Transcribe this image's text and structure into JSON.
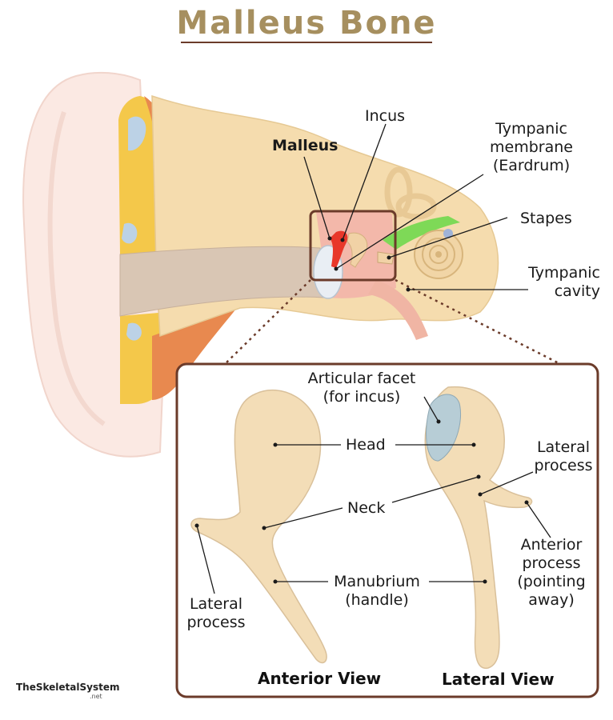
{
  "title": "Malleus Bone",
  "ear_labels": {
    "incus": "Incus",
    "malleus": "Malleus",
    "tympanic_membrane": [
      "Tympanic",
      "membrane",
      "(Eardrum)"
    ],
    "stapes": "Stapes",
    "tympanic_cavity": [
      "Tympanic",
      "cavity"
    ]
  },
  "bone_labels": {
    "articular_facet": [
      "Articular facet",
      "(for incus)"
    ],
    "head": "Head",
    "neck": "Neck",
    "manubrium": [
      "Manubrium",
      "(handle)"
    ],
    "lateral_process_left": [
      "Lateral",
      "process"
    ],
    "lateral_process_right": [
      "Lateral",
      "process"
    ],
    "anterior_process": [
      "Anterior",
      "process",
      "(pointing",
      "away)"
    ]
  },
  "views": {
    "anterior": "Anterior View",
    "lateral": "Lateral View"
  },
  "brand": {
    "name": "TheSkeletalSystem",
    "suffix": ".net"
  },
  "colors": {
    "title": "#a68f5f",
    "bone": "#f3ddb7",
    "malleus_highlight": "#e8382a",
    "frame": "#6b3b2a",
    "articular_facet": "#b7cdd6",
    "semicircular_green": "#7ed957"
  }
}
